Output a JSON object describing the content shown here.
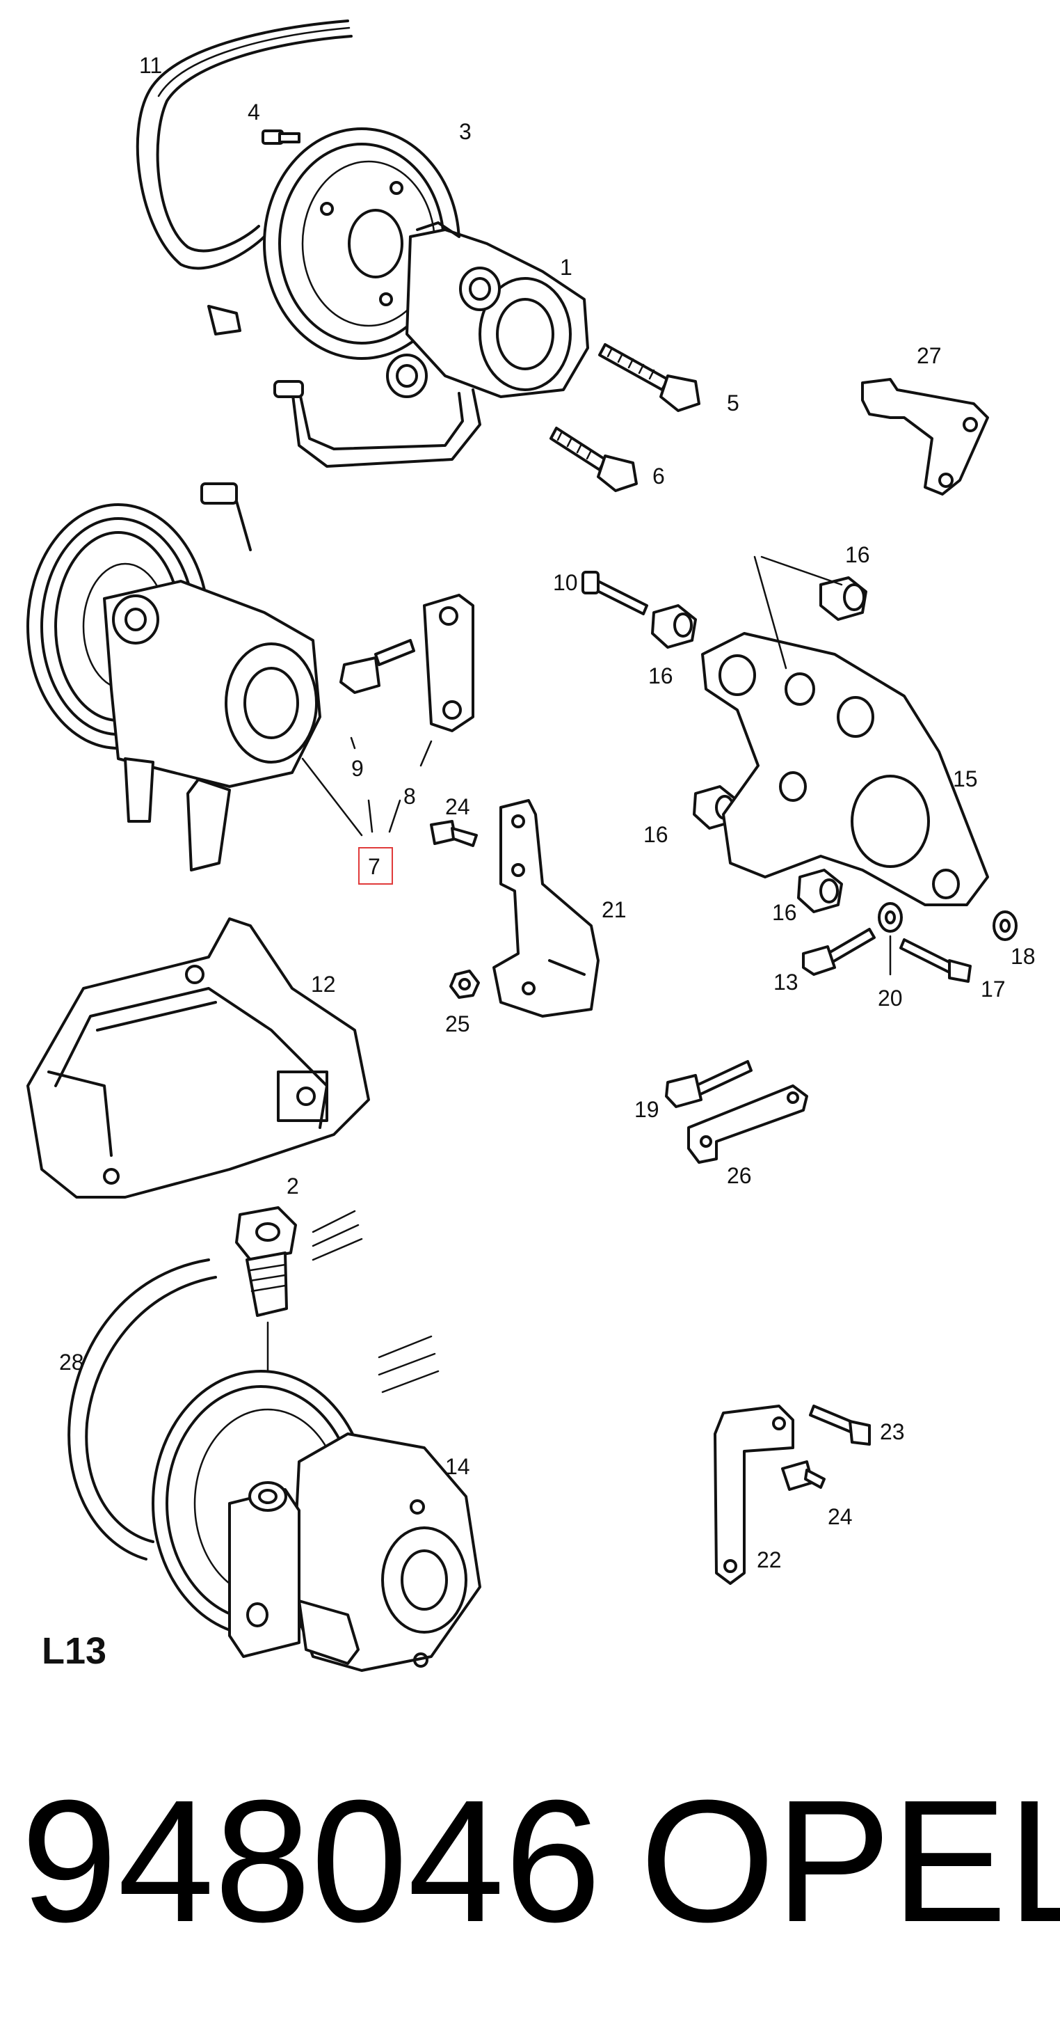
{
  "callouts": {
    "c1": "1",
    "c2": "2",
    "c3": "3",
    "c4": "4",
    "c5": "5",
    "c6": "6",
    "c7": "7",
    "c8": "8",
    "c9": "9",
    "c10": "10",
    "c11": "11",
    "c12": "12",
    "c13": "13",
    "c14": "14",
    "c15": "15",
    "c16a": "16",
    "c16b": "16",
    "c16c": "16",
    "c16d": "16",
    "c17": "17",
    "c18": "18",
    "c19": "19",
    "c20": "20",
    "c21": "21",
    "c22": "22",
    "c23": "23",
    "c24a": "24",
    "c24b": "24",
    "c25": "25",
    "c26": "26",
    "c27": "27",
    "c28": "28"
  },
  "section_label": "L13",
  "footer": {
    "part_number": "948046",
    "brand": "OPEL"
  },
  "highlight_color": "#e03a3a"
}
